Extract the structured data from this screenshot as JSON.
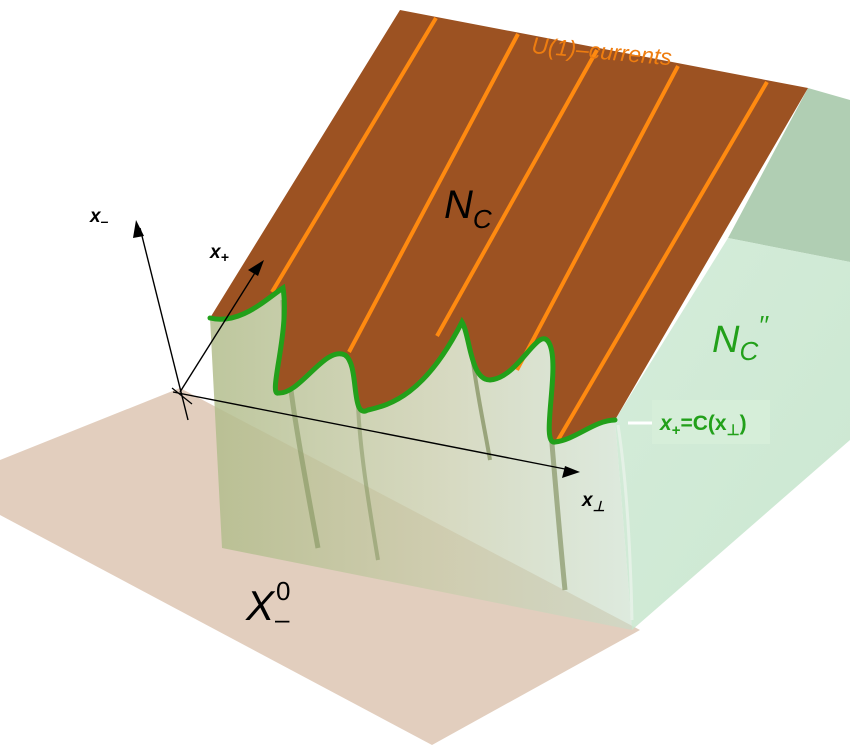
{
  "labels": {
    "currents": "U(1)–currents",
    "nc_main": "N",
    "nc_main_sub": "C",
    "nc_side": "N",
    "nc_side_sub": "C",
    "nc_side_prime": "′′",
    "boundary_eq_a": "x",
    "boundary_eq_a_sub": "+",
    "boundary_eq_b": "=C(x",
    "boundary_eq_b_sub": "⊥",
    "boundary_eq_c": ")",
    "axis_minus": "x",
    "axis_minus_sub": "–",
    "axis_plus": "x",
    "axis_plus_sub": "+",
    "axis_perp": "x",
    "axis_perp_sub": "⊥",
    "x0_base": "X",
    "x0_sup": "0",
    "x0_sub": "–"
  },
  "colors": {
    "top_surface": "#9c5222",
    "current_lines": "#ff8a10",
    "boundary_curve": "#22a01a",
    "label_green": "#22a01a",
    "label_orange": "#ee7d10",
    "base_plane": "#e0cbbb",
    "side_face": "#c9e6cf",
    "front_face": "#b8c49a"
  }
}
